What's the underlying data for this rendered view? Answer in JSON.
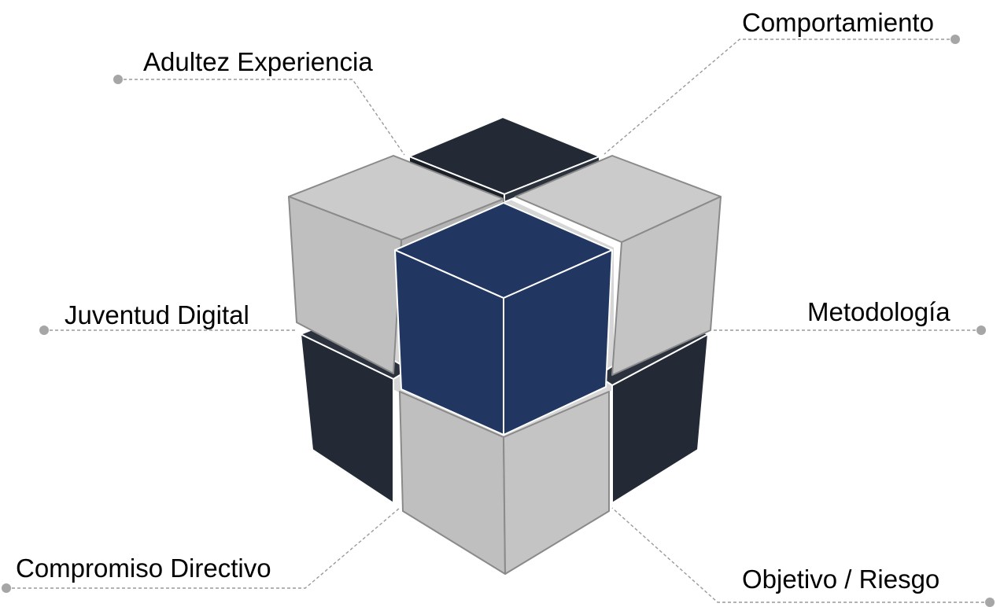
{
  "labels": {
    "adultez_experiencia": "Adultez Experiencia",
    "comportamiento": "Comportamiento",
    "juventud_digital": "Juventud Digital",
    "metodologia": "Metodología",
    "compromiso_directivo": "Compromiso Directivo",
    "objetivo_riesgo": "Objetivo / Riesgo"
  },
  "colors": {
    "dark_cube": "#232a35",
    "gray_top": "#cbcbcb",
    "gray_left": "#bfbfbf",
    "gray_right": "#c4c4c4",
    "center_cube": "#213762",
    "leader_line": "#9a9a9a",
    "dot": "#a6a6a6"
  }
}
